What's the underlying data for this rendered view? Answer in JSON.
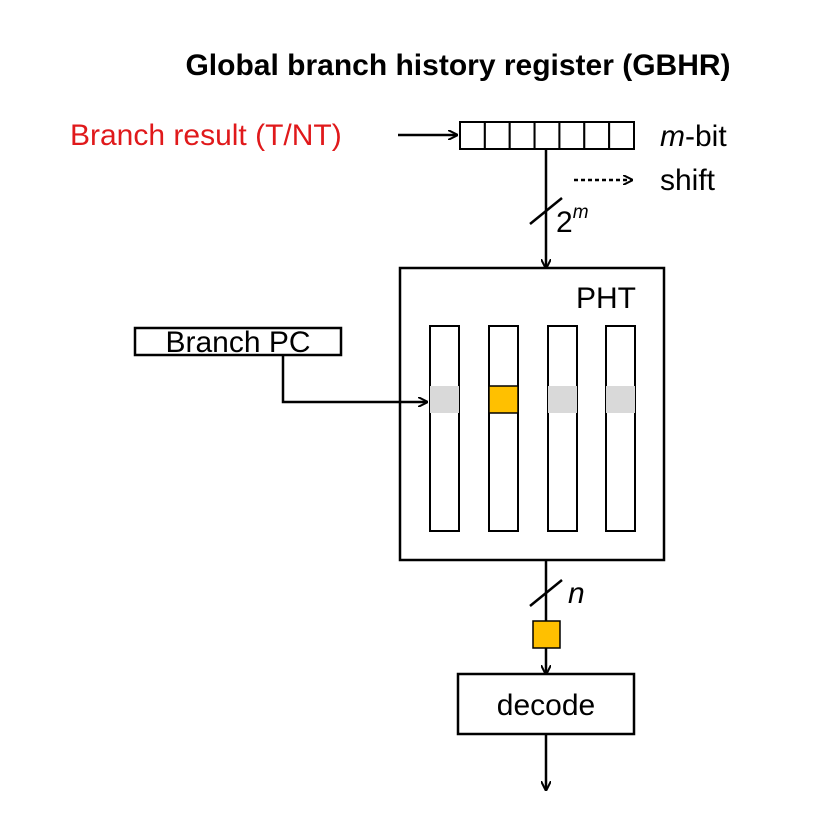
{
  "title": "Global branch history register (GBHR)",
  "branch_result": "Branch result (T/NT)",
  "gbhr": {
    "bits_label_italic": "m",
    "bits_label_rest": "-bit",
    "cells": 7,
    "shift_label": "shift"
  },
  "index_width": {
    "base": "2",
    "exp": "m"
  },
  "pht": {
    "label": "PHT",
    "columns": [
      {
        "highlight": "gray"
      },
      {
        "highlight": "orange"
      },
      {
        "highlight": "gray"
      },
      {
        "highlight": "gray"
      }
    ]
  },
  "branch_pc": "Branch PC",
  "output_width": "n",
  "decode": "decode",
  "colors": {
    "red_text": "#e0191b",
    "selected": "#ffc000",
    "entry": "#d9d9d9"
  }
}
